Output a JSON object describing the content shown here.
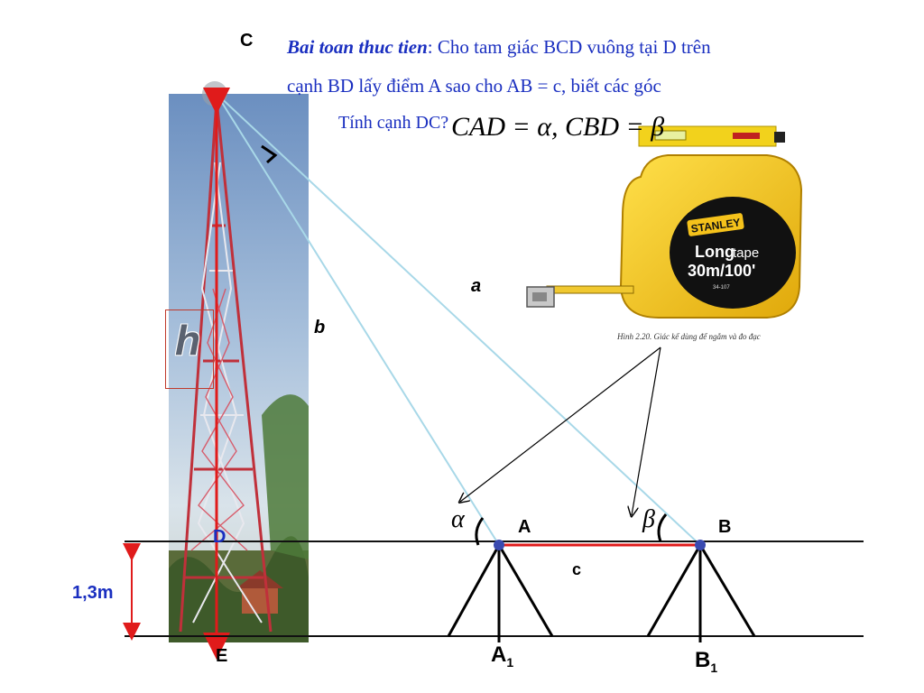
{
  "problem": {
    "title": "Bai toan thuc tien",
    "text_line1": ": Cho tam giác BCD vuông tại D trên",
    "text_line2": "cạnh BD lấy điểm A sao cho AB = c, biết các góc",
    "text_line3": "Tính cạnh DC?",
    "formula": "CAD = α, CBD = β"
  },
  "labels": {
    "C": "C",
    "D": "D",
    "E": "E",
    "A": "A",
    "B": "B",
    "A1": "A",
    "A1_sub": "1",
    "B1": "B",
    "B1_sub": "1",
    "a": "a",
    "b": "b",
    "c": "c",
    "h": "h",
    "alpha": "α",
    "beta": "β",
    "height": "1,3m"
  },
  "tape": {
    "brand": "STANLEY",
    "model_a": "Long",
    "model_b": "tape",
    "size": "30m/100'",
    "code": "34-107"
  },
  "caption": "Hình 2.20. Giác kế dùng để ngắm và đo đạc",
  "colors": {
    "red": "#e01b1b",
    "blue_text": "#1a2fc0",
    "sight_line": "#a8d8e8",
    "tape_yellow": "#f5c21b",
    "node": "#3a4ab0"
  }
}
